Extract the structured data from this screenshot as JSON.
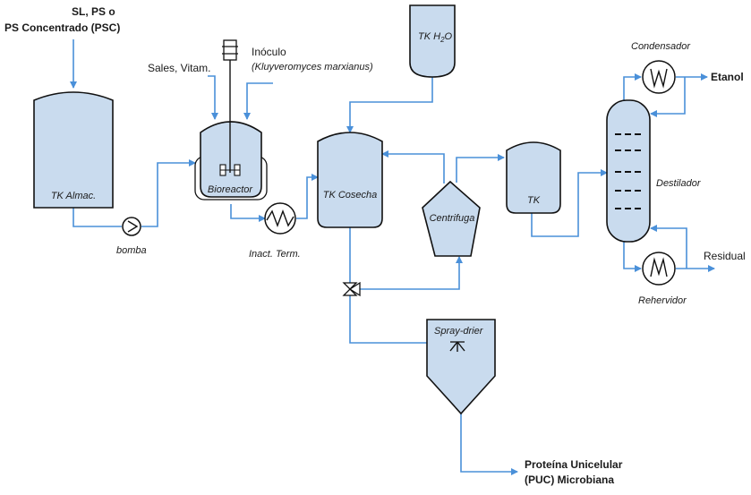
{
  "feed": {
    "line1": "SL, PS o",
    "line2": "PS Concentrado (PSC)"
  },
  "equipment": {
    "tk_almac": "TK Almac.",
    "bomba": "bomba",
    "bioreactor": "Bioreactor",
    "inact_term": "Inact. Term.",
    "tk_cosecha": "TK Cosecha",
    "tk_h2o": "TK H",
    "tk_h2o_sub": "2",
    "tk_h2o_end": "O",
    "centrifuga": "Centrifuga",
    "tk": "TK",
    "destilador": "Destilador",
    "condensador": "Condensador",
    "rehervidor": "Rehervidor",
    "spray_drier": "Spray-drier"
  },
  "inputs": {
    "sales_vitam": "Sales, Vitam.",
    "inoculo": "Inóculo",
    "inoculo_species": "(Kluyveromyces marxianus)"
  },
  "products": {
    "etanol": "Etanol",
    "residual": "Residual",
    "puc_line1": "Proteína Unicelular",
    "puc_line2": "(PUC) Microbiana"
  },
  "colors": {
    "vessel_fill": "#c9dbee",
    "pipe": "#4a90d9",
    "outline": "#111111"
  }
}
